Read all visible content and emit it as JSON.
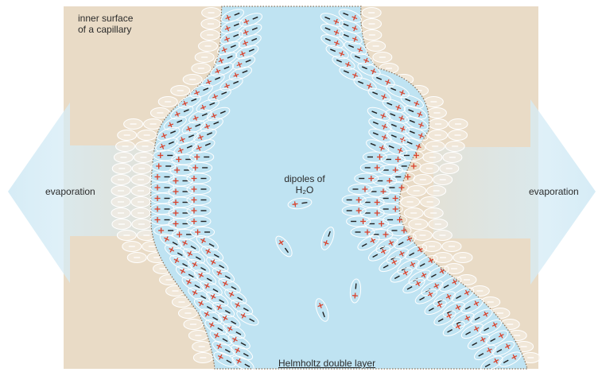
{
  "labels": {
    "inner_surface_line1": "inner surface",
    "inner_surface_line2": "of a capillary",
    "evaporation_left": "evaporation",
    "evaporation_right": "evaporation",
    "dipoles_line1": "dipoles of",
    "dipoles_line2": "H₂O",
    "helmholtz": "Helmholtz double layer"
  },
  "colors": {
    "wall": "#e9dbc6",
    "water": "#bfe3f2",
    "arrow": "#cfe8f4",
    "plus": "#d9402a",
    "minus": "#1f1f1f",
    "dipole_outline": "#ffffff",
    "wall_ellipse": "#f7efe4"
  },
  "icons": {
    "dipole": "dipole-ellipse-icon",
    "surface_charge": "surface-charge-ellipse-icon"
  }
}
